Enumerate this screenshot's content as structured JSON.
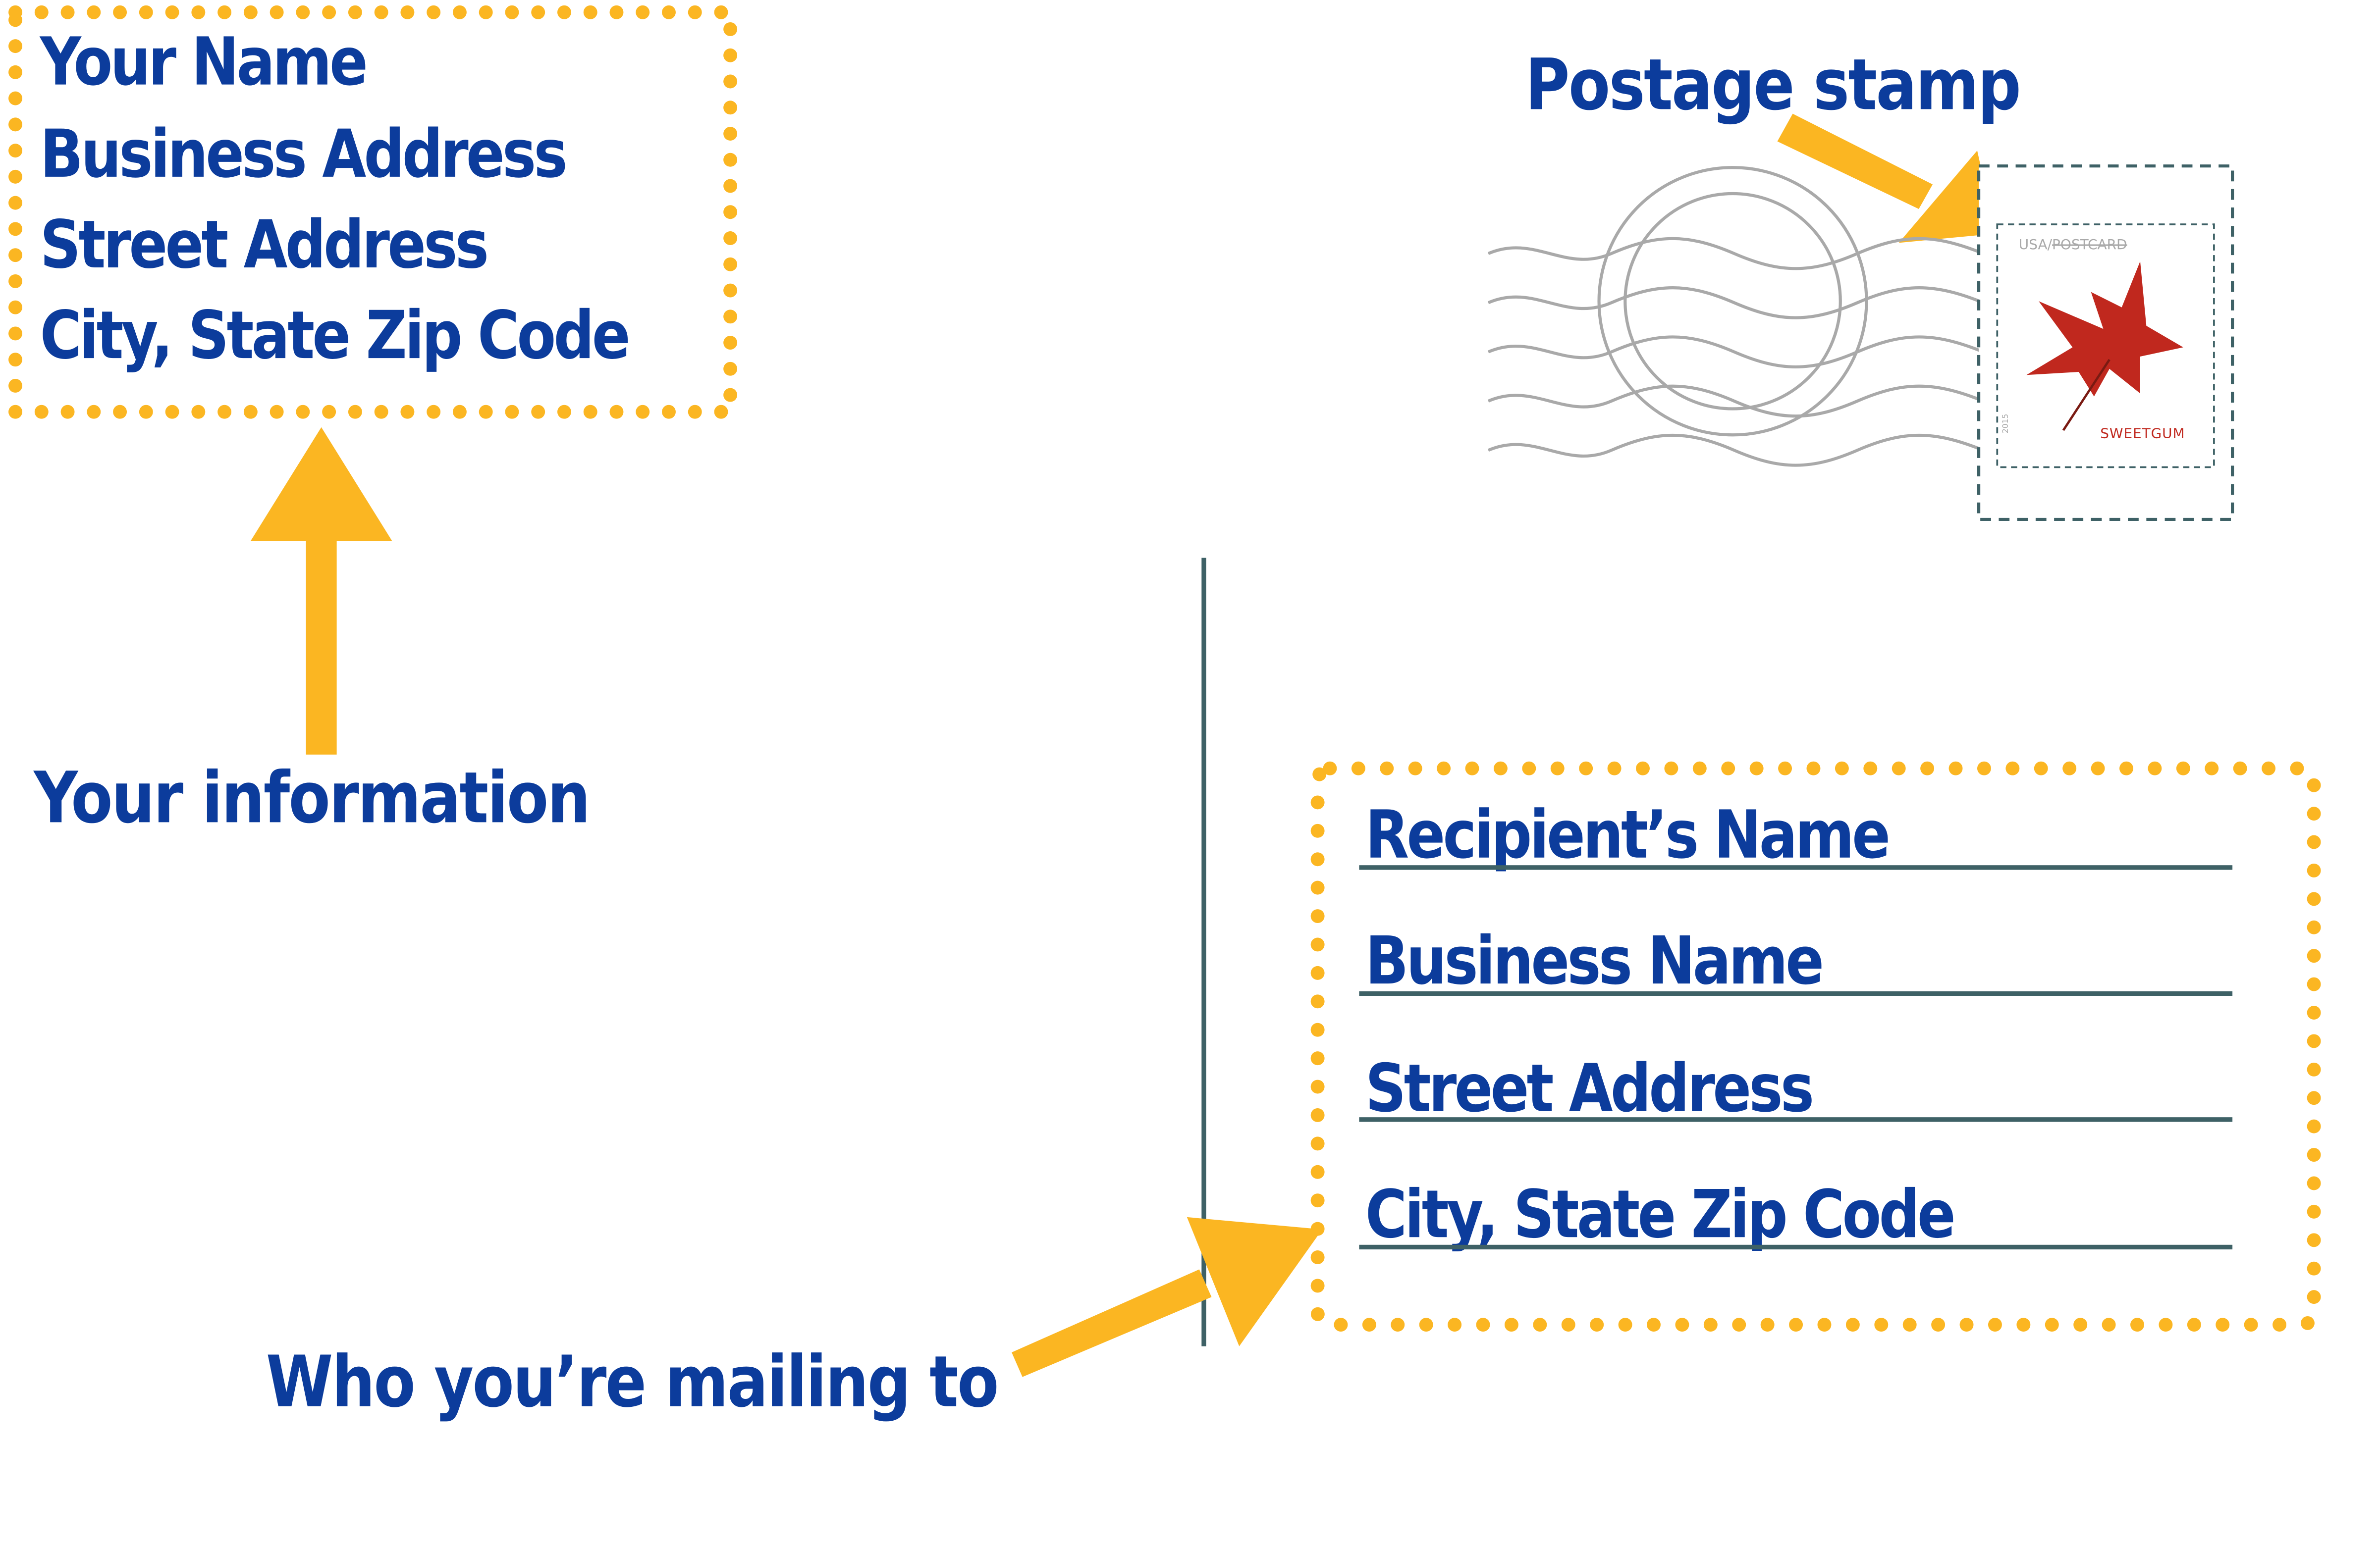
{
  "colors": {
    "text": "#0c3c9c",
    "accent": "#fbb622",
    "rule": "#3e6166",
    "postmark": "#a9a9a9",
    "leaf": "#c0281e"
  },
  "sender": {
    "lines": [
      "Your Name",
      "Business Address",
      "Street Address",
      "City, State Zip Code"
    ]
  },
  "recipient": {
    "lines": [
      "Recipient’s Name",
      "Business Name",
      "Street Address",
      "City, State Zip Code"
    ]
  },
  "callouts": {
    "your_information": "Your information",
    "who_mailing_to": "Who you’re mailing to",
    "postage_stamp": "Postage stamp"
  },
  "stamp": {
    "top_text": "USA",
    "top_text_struck": "POSTCARD",
    "bottom_text": "SWEETGUM",
    "year": "2015"
  }
}
